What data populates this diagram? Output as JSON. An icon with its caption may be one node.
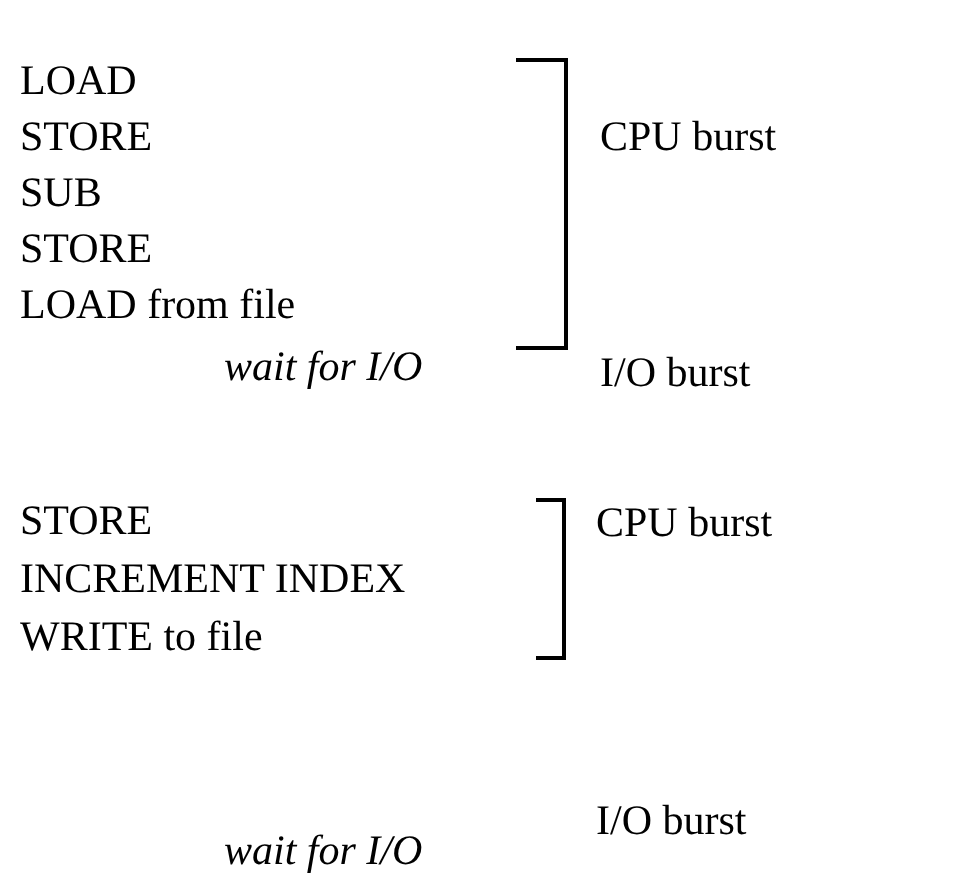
{
  "diagram": {
    "labels": [
      "LOAD",
      "STORE",
      "SUB",
      "STORE",
      "LOAD from file",
      "CPU burst",
      "wait for I/O",
      "I/O burst",
      "STORE",
      "INCREMENT INDEX",
      "WRITE to file",
      "CPU burst",
      "I/O burst",
      "wait for I/O"
    ]
  }
}
